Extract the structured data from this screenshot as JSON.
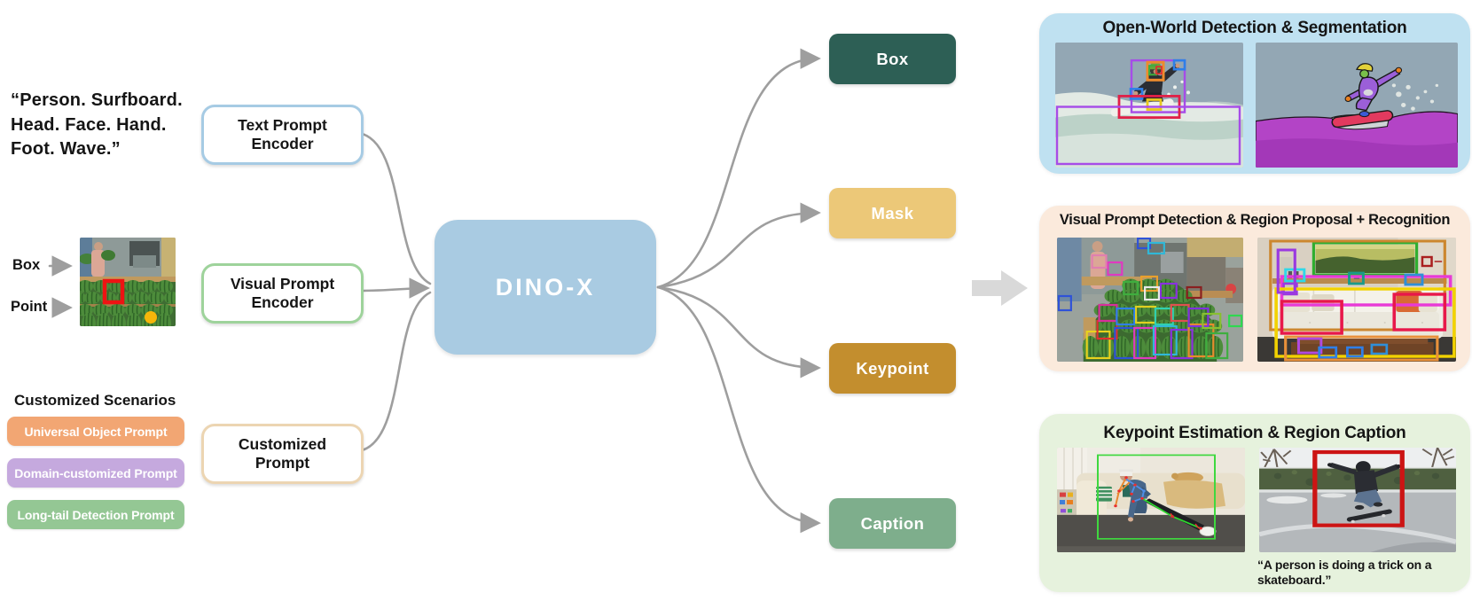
{
  "figure": {
    "name": "DINO-X architecture overview"
  },
  "inputs": {
    "text_prompt_lines": [
      "“Person. Surfboard.",
      "Head. Face. Hand.",
      "Foot. Wave.”"
    ],
    "visual_prompt": {
      "box_label": "Box",
      "point_label": "Point"
    },
    "customized": {
      "heading": "Customized Scenarios",
      "chips": [
        {
          "label": "Universal Object Prompt",
          "color": "#F2A673"
        },
        {
          "label": "Domain-customized Prompt",
          "color": "#C5A9DE"
        },
        {
          "label": "Long-tail Detection Prompt",
          "color": "#94C794"
        }
      ]
    }
  },
  "encoders": [
    {
      "line1": "Text Prompt",
      "line2": "Encoder",
      "border_color": "#A6CBE4"
    },
    {
      "line1": "Visual Prompt",
      "line2": "Encoder",
      "border_color": "#9ED39B"
    },
    {
      "line1": "Customized",
      "line2": "Prompt",
      "border_color": "#ECD5B2"
    }
  ],
  "core": {
    "label": "DINO-X",
    "fill": "#A9CBE2"
  },
  "outputs": [
    {
      "label": "Box",
      "fill": "#2D5F55"
    },
    {
      "label": "Mask",
      "fill": "#ECC878"
    },
    {
      "label": "Keypoint",
      "fill": "#C38E2E"
    },
    {
      "label": "Caption",
      "fill": "#7EAE8C"
    }
  ],
  "result_panels": [
    {
      "title": "Open-World Detection & Segmentation",
      "bg": "#BFE1F1"
    },
    {
      "title": "Visual Prompt Detection & Region Proposal + Recognition",
      "bg": "#FBEADC"
    },
    {
      "title": "Keypoint Estimation & Region Caption",
      "bg": "#E6F2DD",
      "caption": "“A person is doing a trick on a skateboard.”"
    }
  ]
}
